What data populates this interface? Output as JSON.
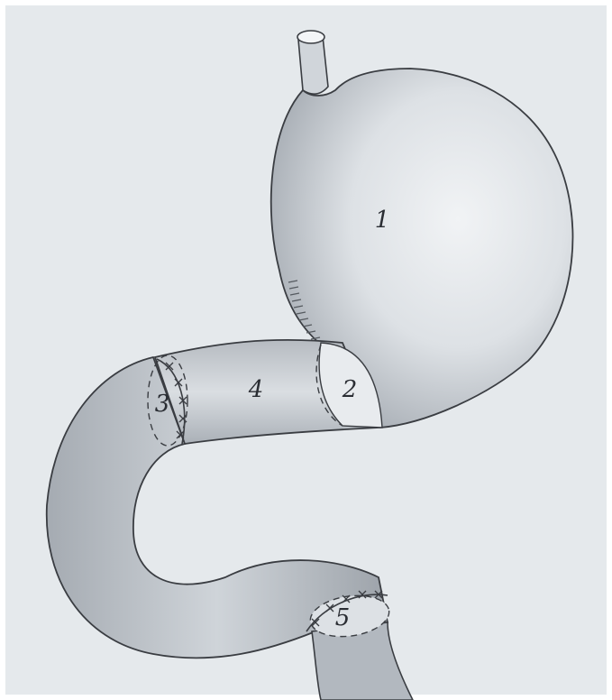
{
  "diagram": {
    "labels": [
      {
        "id": "stomach",
        "text": "1"
      },
      {
        "id": "pylorus-segment",
        "text": "2"
      },
      {
        "id": "distal-anastomosis",
        "text": "3"
      },
      {
        "id": "interposed-segment",
        "text": "4"
      },
      {
        "id": "jejunal-anastomosis",
        "text": "5"
      }
    ]
  },
  "colors": {
    "paper": "#e7ebee",
    "pencil": "#3a3d42",
    "shade": "#9aa0a8"
  }
}
